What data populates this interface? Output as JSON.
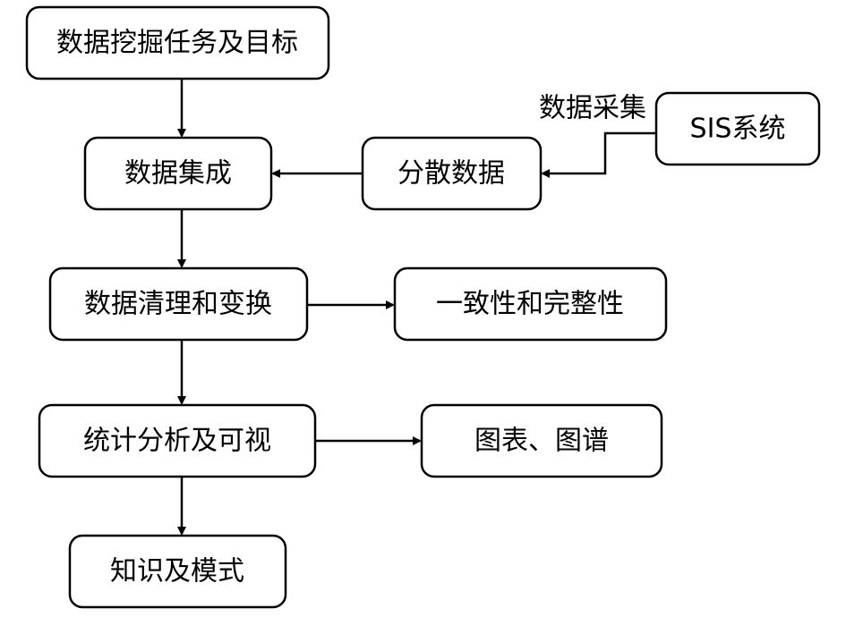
{
  "nodes": {
    "task": "数据挖掘任务及目标",
    "integration": "数据集成",
    "scattered": "分散数据",
    "sis": "SIS系统",
    "cleaning": "数据清理和变换",
    "consistency": "一致性和完整性",
    "analysis": "统计分析及可视",
    "charts": "图表、图谱",
    "knowledge": "知识及模式"
  },
  "edges": {
    "collection_label": "数据采集"
  },
  "colors": {
    "stroke": "#000000",
    "fill": "#ffffff",
    "text": "#000000"
  }
}
